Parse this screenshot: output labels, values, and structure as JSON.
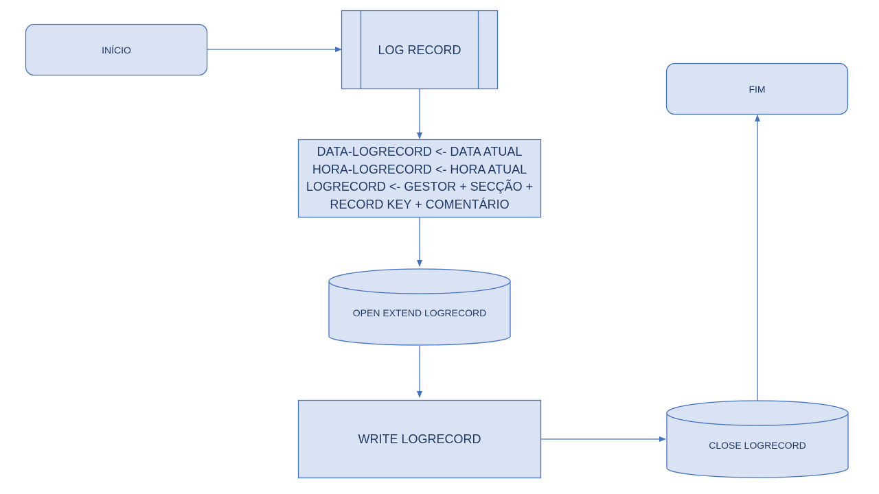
{
  "colors": {
    "fill": "#dae3f3",
    "stroke": "#4472c4",
    "text": "#1f3864"
  },
  "nodes": {
    "start": {
      "label": "INÍCIO",
      "shape": "rounded-rect"
    },
    "log_record": {
      "label": "LOG RECORD",
      "shape": "predefined-process"
    },
    "assign": {
      "shape": "process",
      "lines": [
        "DATA-LOGRECORD  <- DATA ATUAL",
        "HORA-LOGRECORD  <- HORA ATUAL",
        "LOGRECORD <- GESTOR + SECÇÃO +",
        "RECORD KEY + COMENTÁRIO"
      ]
    },
    "open_extend": {
      "label": "OPEN EXTEND LOGRECORD",
      "shape": "cylinder"
    },
    "write": {
      "label": "WRITE LOGRECORD",
      "shape": "process"
    },
    "close": {
      "label": "CLOSE LOGRECORD",
      "shape": "cylinder"
    },
    "end": {
      "label": "FIM",
      "shape": "rounded-rect"
    }
  },
  "edges": [
    {
      "from": "start",
      "to": "log_record"
    },
    {
      "from": "log_record",
      "to": "assign"
    },
    {
      "from": "assign",
      "to": "open_extend"
    },
    {
      "from": "open_extend",
      "to": "write"
    },
    {
      "from": "write",
      "to": "close"
    },
    {
      "from": "close",
      "to": "end"
    }
  ]
}
